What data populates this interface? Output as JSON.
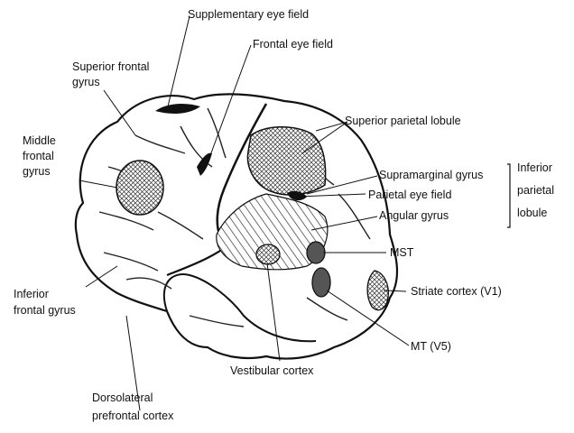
{
  "labels": {
    "supplementary_eye_field": "Supplementary eye field",
    "frontal_eye_field": "Frontal eye field",
    "superior_frontal_gyrus_1": "Superior frontal",
    "superior_frontal_gyrus_2": "gyrus",
    "middle_frontal_gyrus_1": "Middle",
    "middle_frontal_gyrus_2": "frontal",
    "middle_frontal_gyrus_3": "gyrus",
    "superior_parietal_lobule": "Superior parietal lobule",
    "supramarginal_gyrus": "Supramarginal gyrus",
    "parietal_eye_field": "Parietal eye field",
    "angular_gyrus": "Angular gyrus",
    "inferior_parietal_lobule_1": "Inferior",
    "inferior_parietal_lobule_2": "parietal",
    "inferior_parietal_lobule_3": "lobule",
    "mst": "MST",
    "striate_cortex": "Striate cortex (V1)",
    "mt": "MT (V5)",
    "vestibular_cortex": "Vestibular cortex",
    "inferior_frontal_gyrus_1": "Inferior",
    "inferior_frontal_gyrus_2": "frontal gyrus",
    "dorsolateral_prefrontal_cortex_1": "Dorsolateral",
    "dorsolateral_prefrontal_cortex_2": "prefrontal cortex"
  },
  "colors": {
    "outline": "#111111",
    "region_fill_dark": "#555555",
    "region_fill_light": "#bdbdbd",
    "background": "#ffffff"
  }
}
